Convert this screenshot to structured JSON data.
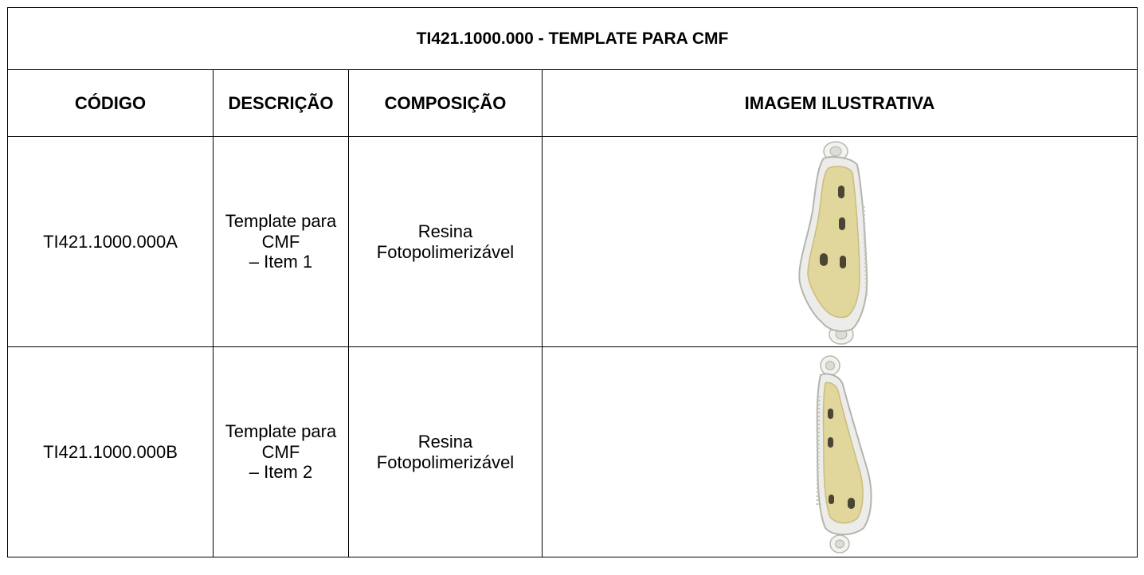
{
  "table": {
    "title": "TI421.1000.000 - TEMPLATE PARA CMF",
    "headers": {
      "code": "CÓDIGO",
      "description": "DESCRIÇÃO",
      "composition": "COMPOSIÇÃO",
      "image": "IMAGEM ILUSTRATIVA"
    },
    "rows": [
      {
        "code": "TI421.1000.000A",
        "description_line1": "Template para CMF",
        "description_line2": "– Item 1",
        "composition": "Resina Fotopolimerizável",
        "image_icon": "cmf-template-item-1-icon"
      },
      {
        "code": "TI421.1000.000B",
        "description_line1": "Template para CMF",
        "description_line2": "– Item 2",
        "composition": "Resina Fotopolimerizável",
        "image_icon": "cmf-template-item-2-icon"
      }
    ]
  },
  "colors": {
    "border": "#000000",
    "resin_frame": "#ededea",
    "resin_inner": "#e0d59a",
    "resin_hole": "#4a4633"
  }
}
